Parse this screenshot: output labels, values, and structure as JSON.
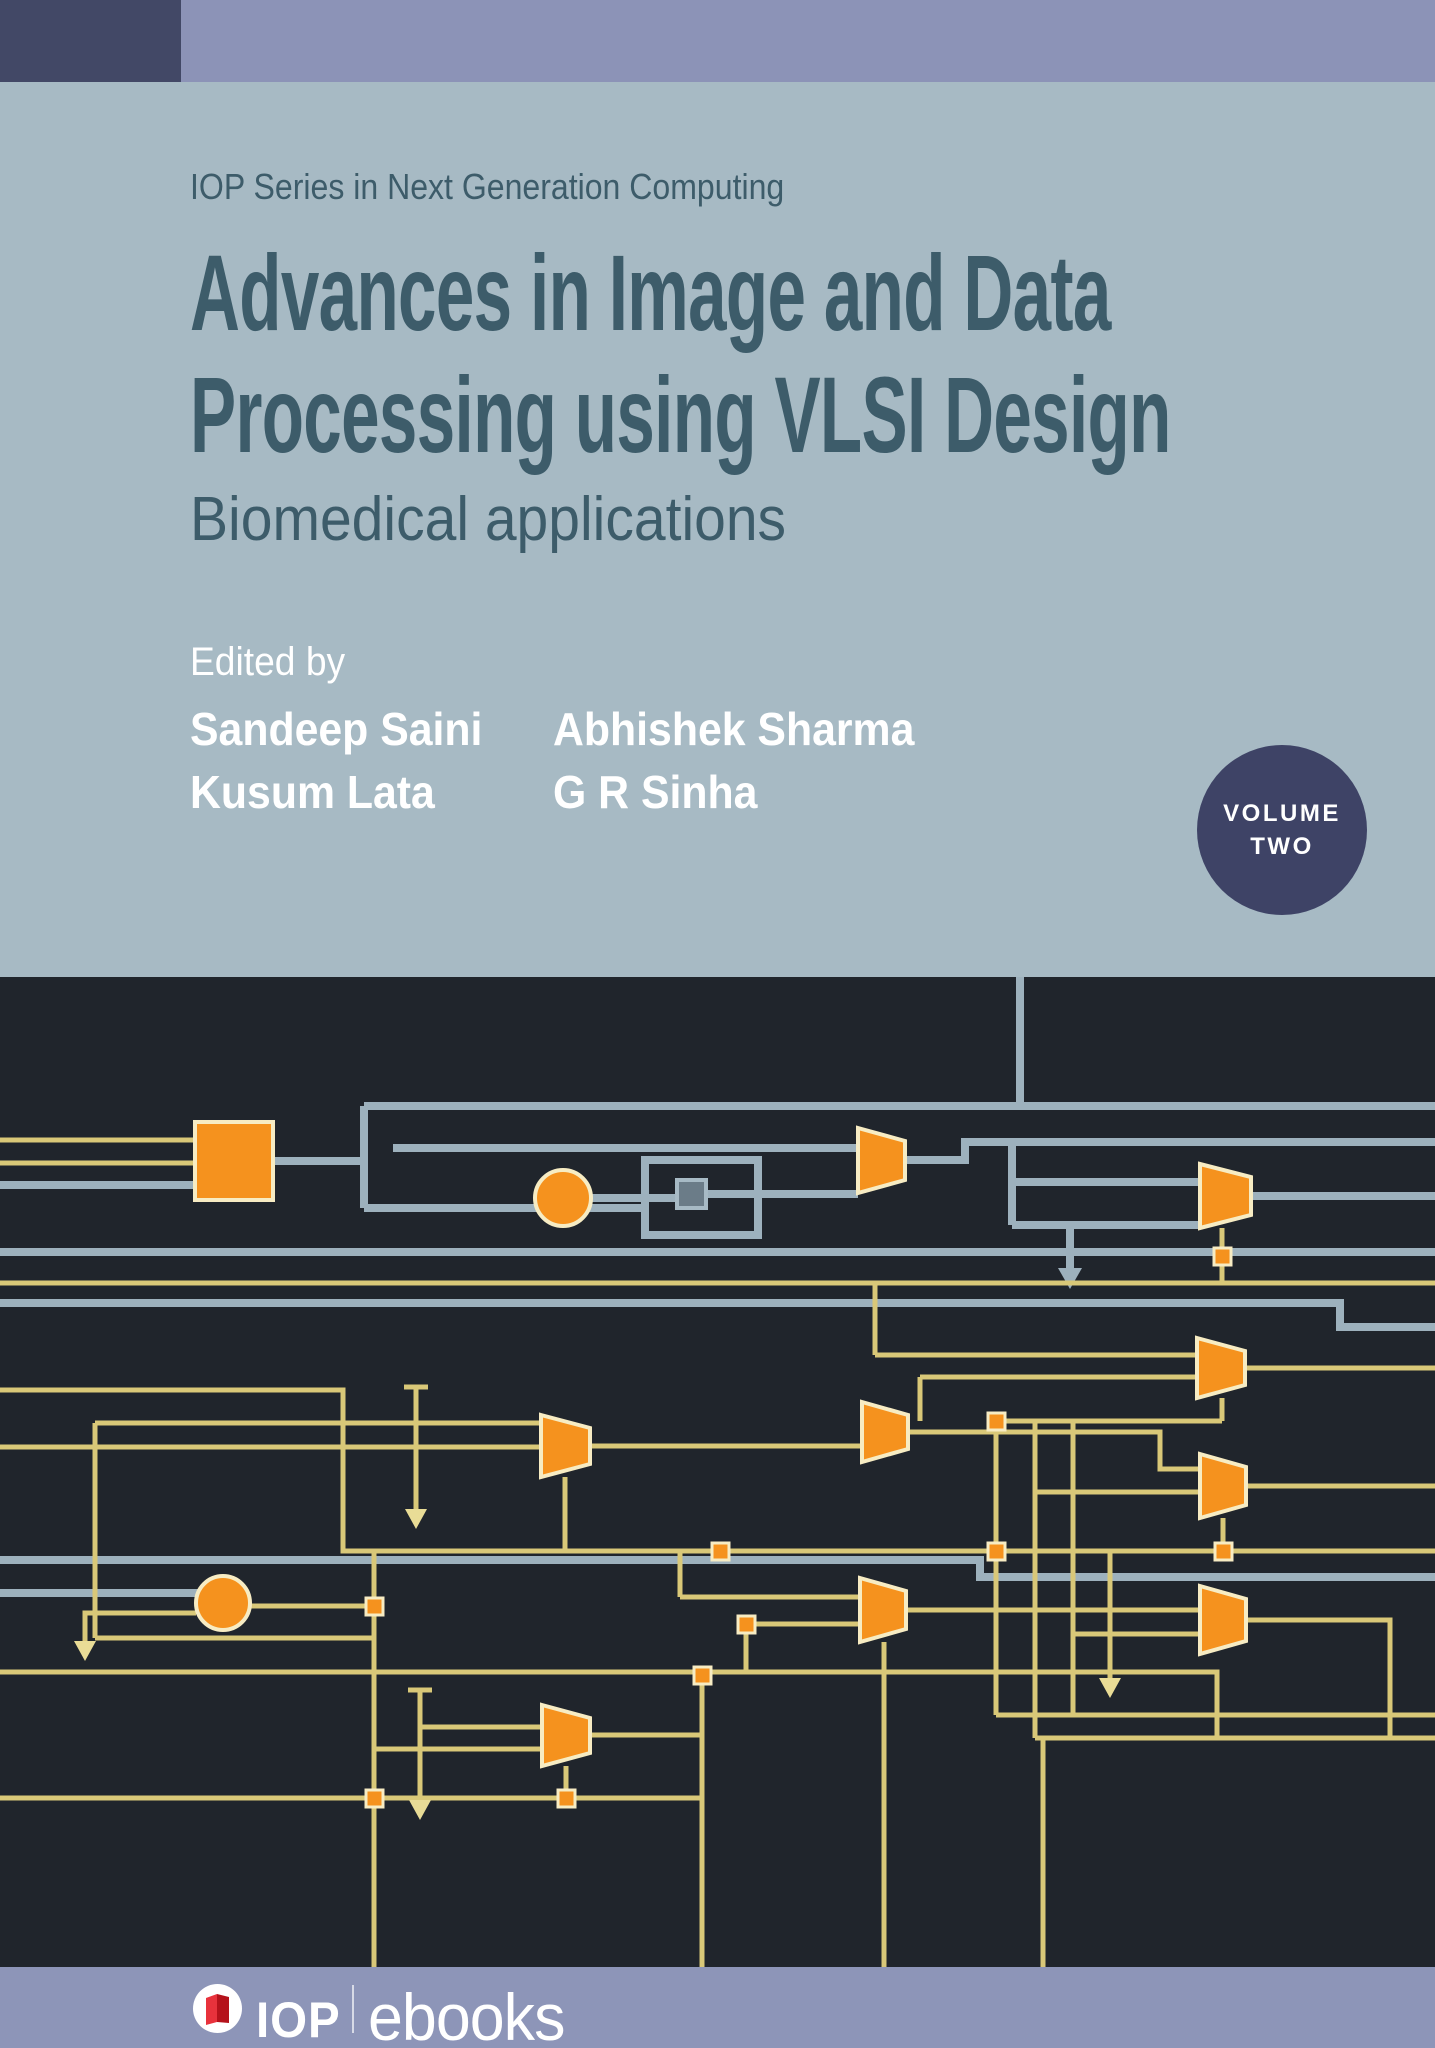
{
  "cover": {
    "series": "IOP Series in Next Generation Computing",
    "title": [
      "Advances in Image and Data",
      "Processing using VLSI Design"
    ],
    "subtitle": "Biomedical applications",
    "edited_by": "Edited by",
    "editors": {
      "col1": [
        "Sandeep Saini",
        "Kusum Lata"
      ],
      "col2": [
        "Abhishek Sharma",
        "G R Sinha"
      ]
    },
    "badge": {
      "line1": "VOLUME",
      "line2": "TWO"
    },
    "footer": {
      "publisher": "IOP",
      "product": "ebooks"
    },
    "artwork": "vlsi-circuit-schematic",
    "colors": {
      "background": "#a7bac4",
      "title_text": "#3d5c6a",
      "top_band_purple": "#8c93b7",
      "top_band_navy": "#424866",
      "badge_navy": "#3e4366",
      "circuit_background": "#20252c",
      "circuit_wire_blue": "#9db1bd",
      "circuit_wire_yellow": "#d9c878",
      "circuit_orange": "#f5921e",
      "circuit_outline_cream": "#f7ecc3",
      "footer_bar": "#8d95b8",
      "logo_red": "#cf1f2e",
      "text_white": "#ffffff"
    }
  }
}
